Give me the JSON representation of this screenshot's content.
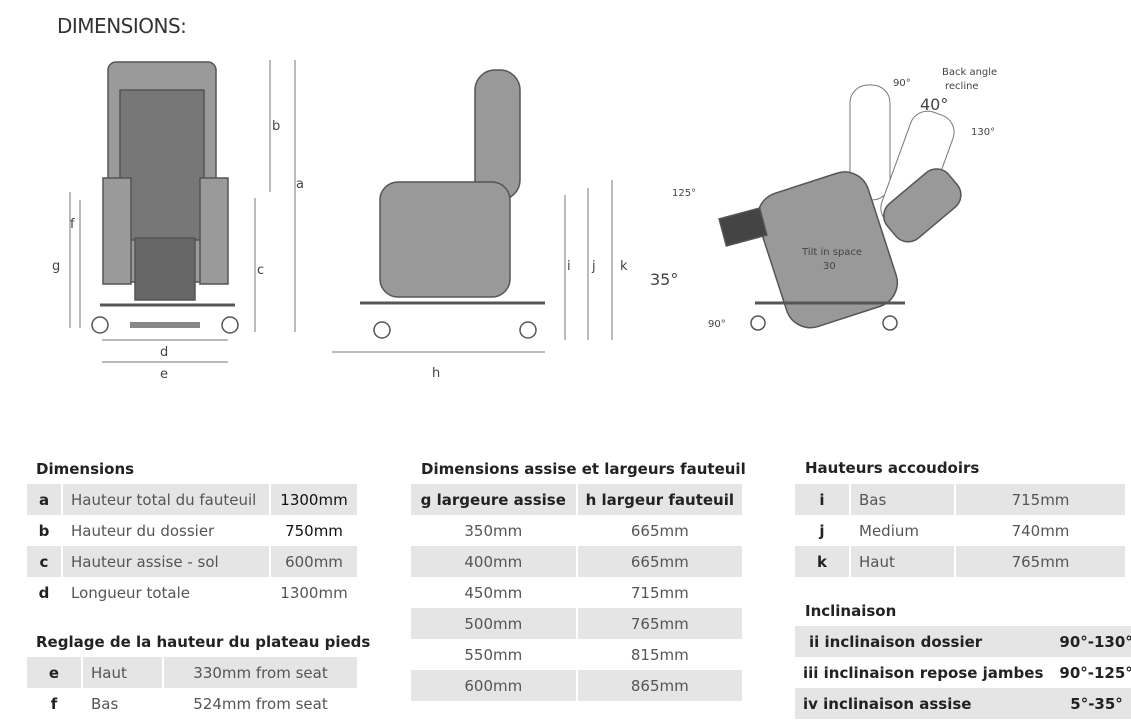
{
  "title": "DIMENSIONS:",
  "diagram": {
    "front_labels": [
      "a",
      "b",
      "c",
      "d",
      "e",
      "f",
      "g"
    ],
    "side_labels": [
      "h",
      "i",
      "j",
      "k"
    ],
    "recline": {
      "back_angle": "Back angle",
      "recline": "recline",
      "a90": "90°",
      "a40": "40°",
      "a130": "130°",
      "a125": "125°",
      "a35": "35°",
      "a90b": "90°",
      "tilt": "Tilt in space",
      "tilt_val": "30"
    }
  },
  "dimensions": {
    "title": "Dimensions",
    "rows": [
      {
        "k": "a",
        "label": "Hauteur total du fauteuil",
        "value": "1300mm"
      },
      {
        "k": "b",
        "label": "Hauteur du dossier",
        "value": "750mm"
      },
      {
        "k": "c",
        "label": "Hauteur assise - sol",
        "value": "600mm"
      },
      {
        "k": "d",
        "label": "Longueur totale",
        "value": "1300mm"
      }
    ]
  },
  "footplate": {
    "title": "Reglage de la hauteur du plateau pieds",
    "rows": [
      {
        "k": "e",
        "label": "Haut",
        "value": "330mm from seat"
      },
      {
        "k": "f",
        "label": "Bas",
        "value": "524mm from seat"
      }
    ]
  },
  "seat": {
    "title": "Dimensions assise et largeurs fauteuil",
    "headers": [
      "g largeure assise",
      "h largeur fauteuil"
    ],
    "rows": [
      [
        "350mm",
        "665mm"
      ],
      [
        "400mm",
        "665mm"
      ],
      [
        "450mm",
        "715mm"
      ],
      [
        "500mm",
        "765mm"
      ],
      [
        "550mm",
        "815mm"
      ],
      [
        "600mm",
        "865mm"
      ]
    ]
  },
  "armrest": {
    "title": "Hauteurs accoudoirs",
    "rows": [
      {
        "k": "i",
        "label": "Bas",
        "value": "715mm"
      },
      {
        "k": "j",
        "label": "Medium",
        "value": "740mm"
      },
      {
        "k": "k",
        "label": "Haut",
        "value": "765mm"
      }
    ]
  },
  "incline": {
    "title": "Inclinaison",
    "rows": [
      {
        "label": "ii inclinaison dossier",
        "value": "90°-130°"
      },
      {
        "label": "iii inclinaison repose jambes",
        "value": "90°-125°"
      },
      {
        "label": "iv inclinaison  assise",
        "value": "5°-35°"
      }
    ]
  }
}
